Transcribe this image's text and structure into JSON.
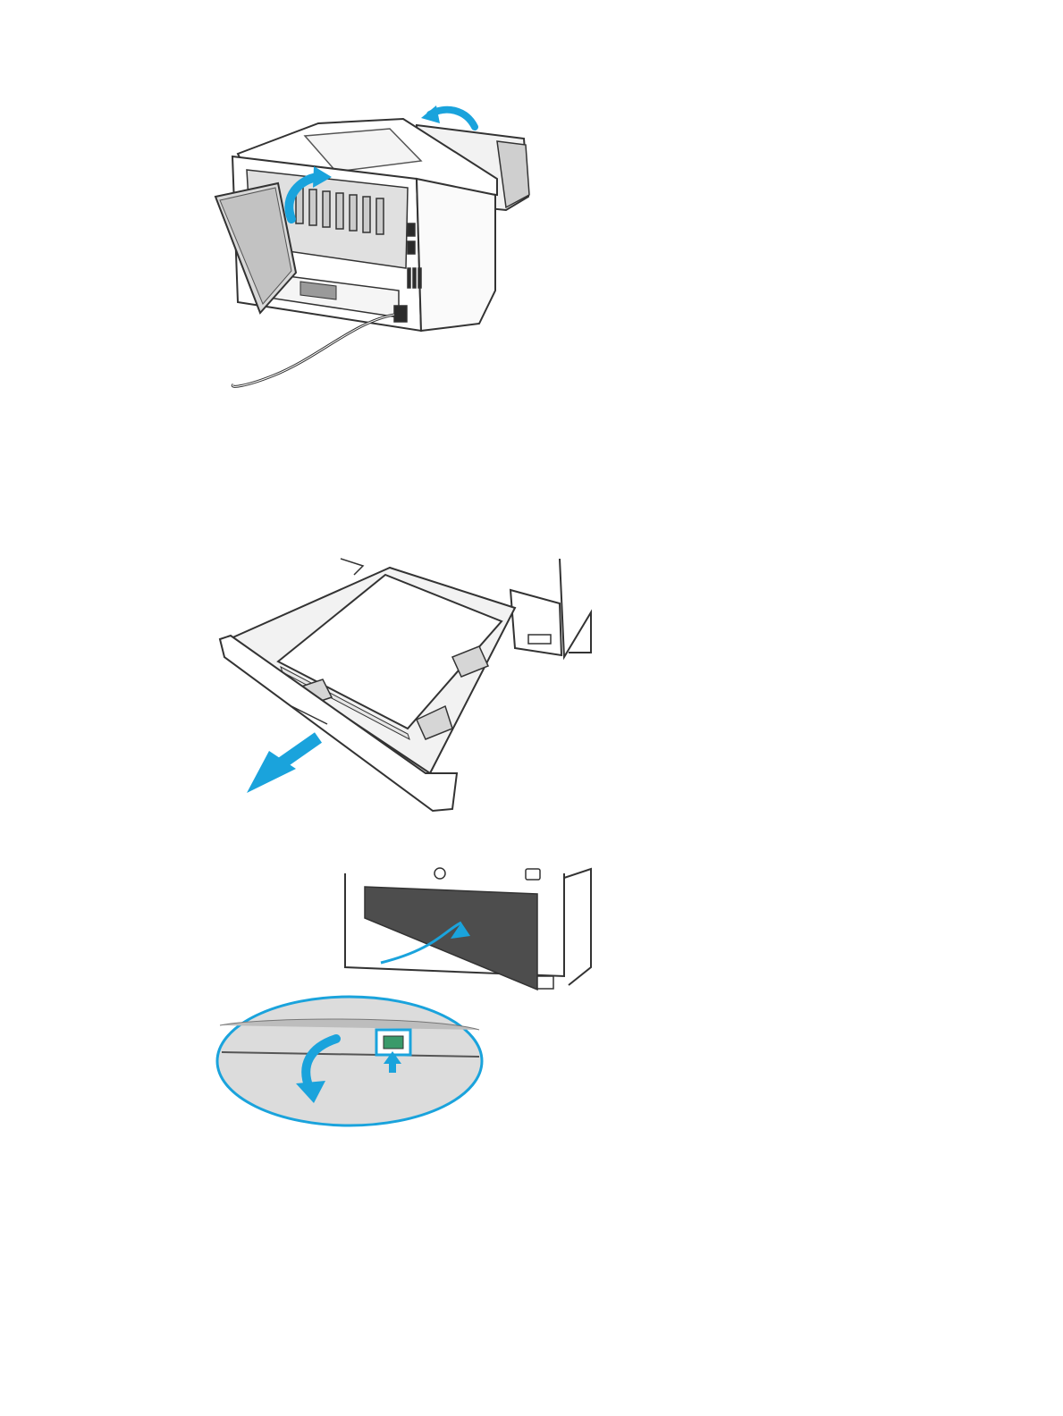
{
  "document": {
    "figures": [
      {
        "icon": "printer-rear-door-close-illustration"
      },
      {
        "icon": "tray-pull-out-illustration"
      },
      {
        "icon": "tray-cavity-jam-release-illustration"
      }
    ],
    "colors": {
      "accent_arrow": "#1aa3dc",
      "line": "#333333",
      "panel": "#e6e6e6",
      "dark_panel": "#4d4d4d"
    }
  }
}
